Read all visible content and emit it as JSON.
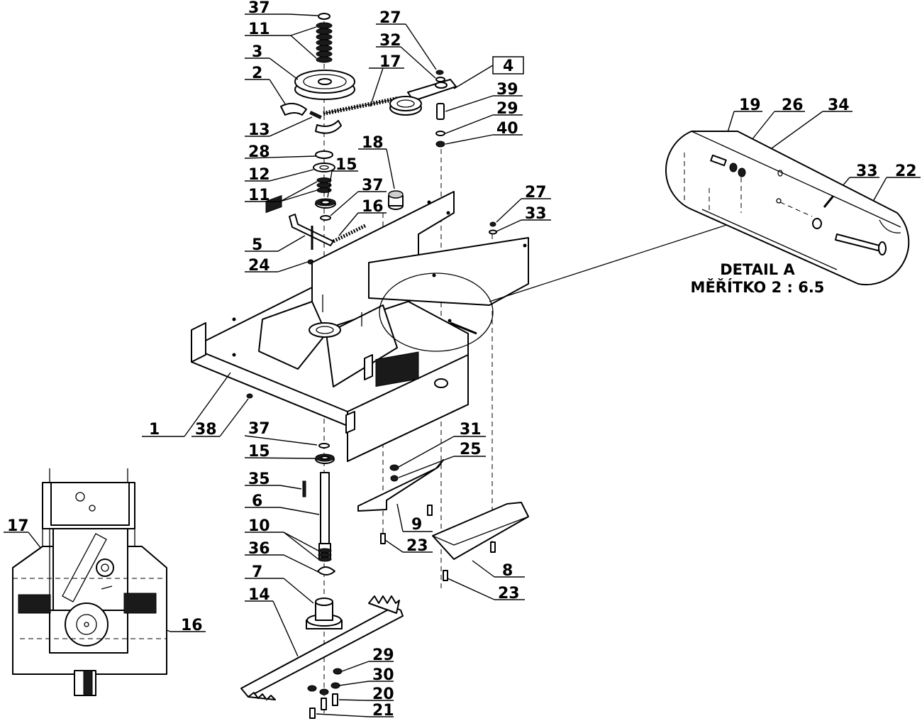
{
  "detail": {
    "title": "DETAIL A",
    "scale": "MĚŘÍTKO 2 : 6.5"
  },
  "callouts": [
    {
      "id": "37",
      "text": "37"
    },
    {
      "id": "11",
      "text": "11"
    },
    {
      "id": "3",
      "text": "3"
    },
    {
      "id": "2",
      "text": "2"
    },
    {
      "id": "13",
      "text": "13"
    },
    {
      "id": "28",
      "text": "28"
    },
    {
      "id": "12",
      "text": "12"
    },
    {
      "id": "11b",
      "text": "11"
    },
    {
      "id": "27",
      "text": "27"
    },
    {
      "id": "32",
      "text": "32"
    },
    {
      "id": "17",
      "text": "17"
    },
    {
      "id": "4",
      "text": "4"
    },
    {
      "id": "39",
      "text": "39"
    },
    {
      "id": "29",
      "text": "29"
    },
    {
      "id": "40",
      "text": "40"
    },
    {
      "id": "18",
      "text": "18"
    },
    {
      "id": "15",
      "text": "15"
    },
    {
      "id": "37b",
      "text": "37"
    },
    {
      "id": "16",
      "text": "16"
    },
    {
      "id": "5",
      "text": "5"
    },
    {
      "id": "24",
      "text": "24"
    },
    {
      "id": "27b",
      "text": "27"
    },
    {
      "id": "33",
      "text": "33"
    },
    {
      "id": "1",
      "text": "1"
    },
    {
      "id": "38",
      "text": "38"
    },
    {
      "id": "37c",
      "text": "37"
    },
    {
      "id": "15b",
      "text": "15"
    },
    {
      "id": "35",
      "text": "35"
    },
    {
      "id": "6",
      "text": "6"
    },
    {
      "id": "10",
      "text": "10"
    },
    {
      "id": "36",
      "text": "36"
    },
    {
      "id": "7",
      "text": "7"
    },
    {
      "id": "14",
      "text": "14"
    },
    {
      "id": "31",
      "text": "31"
    },
    {
      "id": "25",
      "text": "25"
    },
    {
      "id": "9",
      "text": "9"
    },
    {
      "id": "23",
      "text": "23"
    },
    {
      "id": "8",
      "text": "8"
    },
    {
      "id": "23b",
      "text": "23"
    },
    {
      "id": "29b",
      "text": "29"
    },
    {
      "id": "30",
      "text": "30"
    },
    {
      "id": "20",
      "text": "20"
    },
    {
      "id": "21",
      "text": "21"
    },
    {
      "id": "17b",
      "text": "17"
    },
    {
      "id": "16b",
      "text": "16"
    },
    {
      "id": "19",
      "text": "19"
    },
    {
      "id": "26",
      "text": "26"
    },
    {
      "id": "34",
      "text": "34"
    },
    {
      "id": "33b",
      "text": "33"
    },
    {
      "id": "22",
      "text": "22"
    }
  ]
}
